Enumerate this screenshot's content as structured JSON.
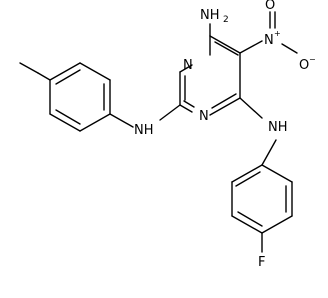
{
  "molecule": {
    "atoms": {
      "nh2_top": {
        "symbol": "NH",
        "sub": "2"
      },
      "n_ring_upper": {
        "symbol": "N"
      },
      "n_ring_lower": {
        "symbol": "N"
      },
      "n_nitro": {
        "symbol": "N",
        "charge": "+"
      },
      "o_top": {
        "symbol": "O"
      },
      "o_minus": {
        "symbol": "O",
        "charge": "−"
      },
      "nh_left": {
        "symbol": "NH"
      },
      "nh_right": {
        "symbol": "NH"
      },
      "fluorine": {
        "symbol": "F"
      }
    }
  }
}
